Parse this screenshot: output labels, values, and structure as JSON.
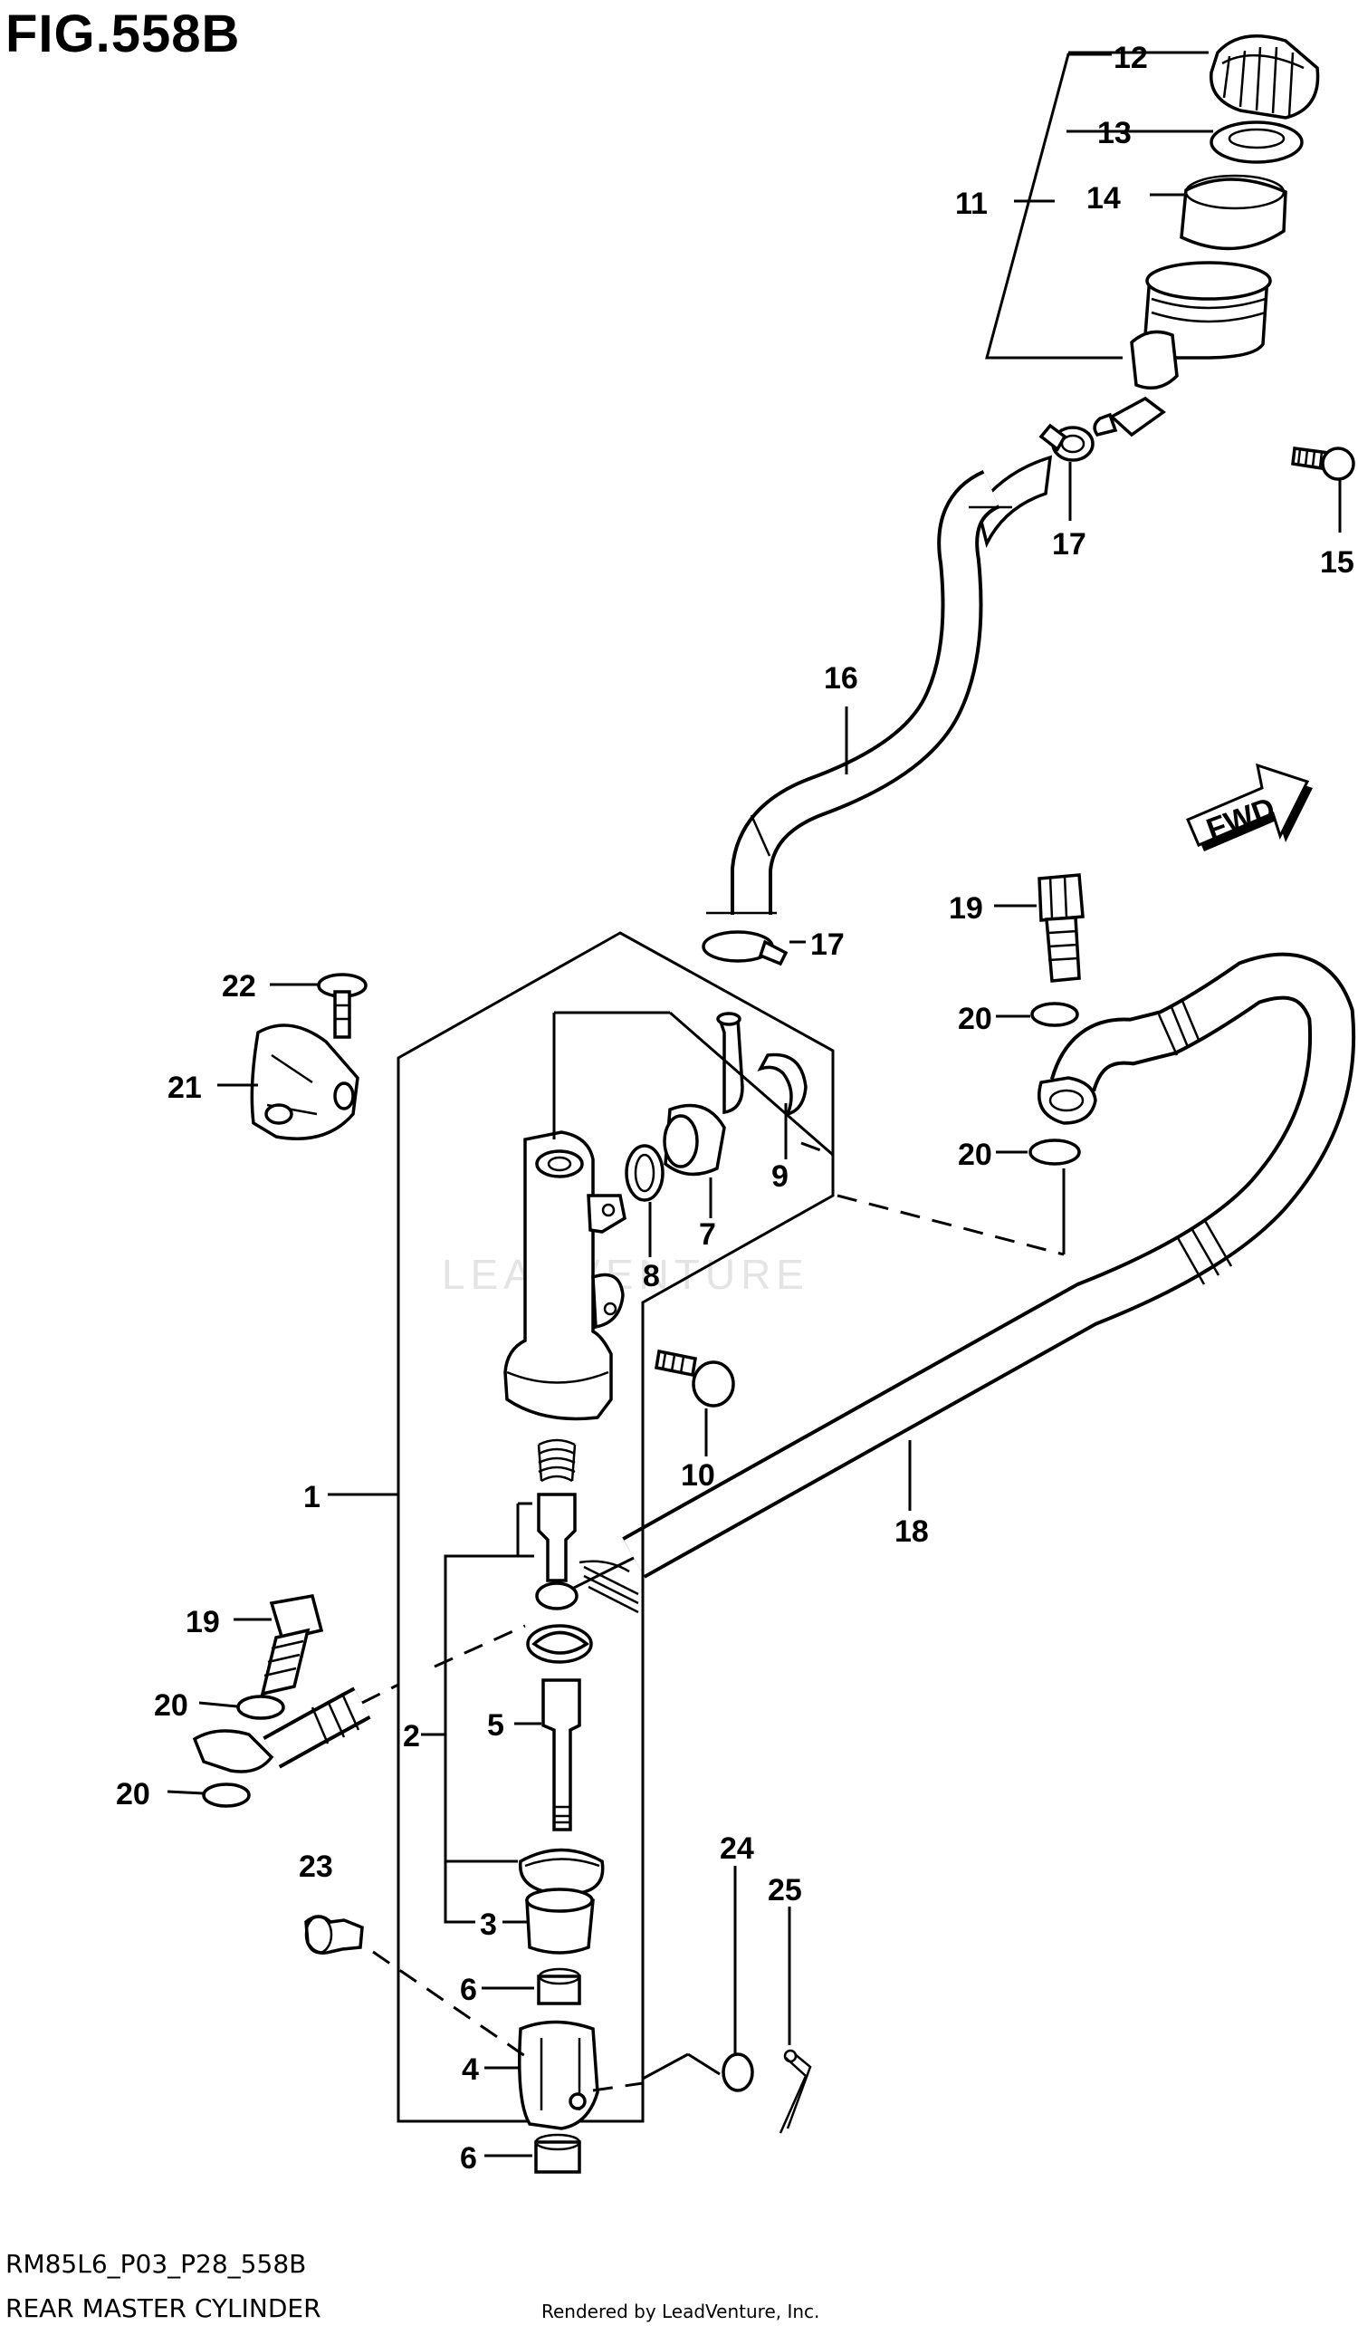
{
  "figure": {
    "title": "FIG.558B"
  },
  "footer": {
    "code": "RM85L6_P03_P28_558B",
    "caption": "REAR MASTER CYLINDER",
    "credit": "Rendered by LeadVenture, Inc."
  },
  "watermark": {
    "text": "LEADVENTURE"
  },
  "fwd_arrow": {
    "label": "FWD"
  },
  "callouts": [
    {
      "id": "c12",
      "label": "12"
    },
    {
      "id": "c13",
      "label": "13"
    },
    {
      "id": "c11",
      "label": "11"
    },
    {
      "id": "c14",
      "label": "14"
    },
    {
      "id": "c17a",
      "label": "17"
    },
    {
      "id": "c15",
      "label": "15"
    },
    {
      "id": "c16",
      "label": "16"
    },
    {
      "id": "c17b",
      "label": "17"
    },
    {
      "id": "c19a",
      "label": "19"
    },
    {
      "id": "c22",
      "label": "22"
    },
    {
      "id": "c20a",
      "label": "20"
    },
    {
      "id": "c21",
      "label": "21"
    },
    {
      "id": "c9",
      "label": "9"
    },
    {
      "id": "c20b",
      "label": "20"
    },
    {
      "id": "c7",
      "label": "7"
    },
    {
      "id": "c8",
      "label": "8"
    },
    {
      "id": "c10",
      "label": "10"
    },
    {
      "id": "c1",
      "label": "1"
    },
    {
      "id": "c18",
      "label": "18"
    },
    {
      "id": "c19b",
      "label": "19"
    },
    {
      "id": "c20c",
      "label": "20"
    },
    {
      "id": "c2",
      "label": "2"
    },
    {
      "id": "c5",
      "label": "5"
    },
    {
      "id": "c20d",
      "label": "20"
    },
    {
      "id": "c23",
      "label": "23"
    },
    {
      "id": "c3",
      "label": "3"
    },
    {
      "id": "c24",
      "label": "24"
    },
    {
      "id": "c25",
      "label": "25"
    },
    {
      "id": "c6a",
      "label": "6"
    },
    {
      "id": "c4",
      "label": "4"
    },
    {
      "id": "c6b",
      "label": "6"
    }
  ]
}
